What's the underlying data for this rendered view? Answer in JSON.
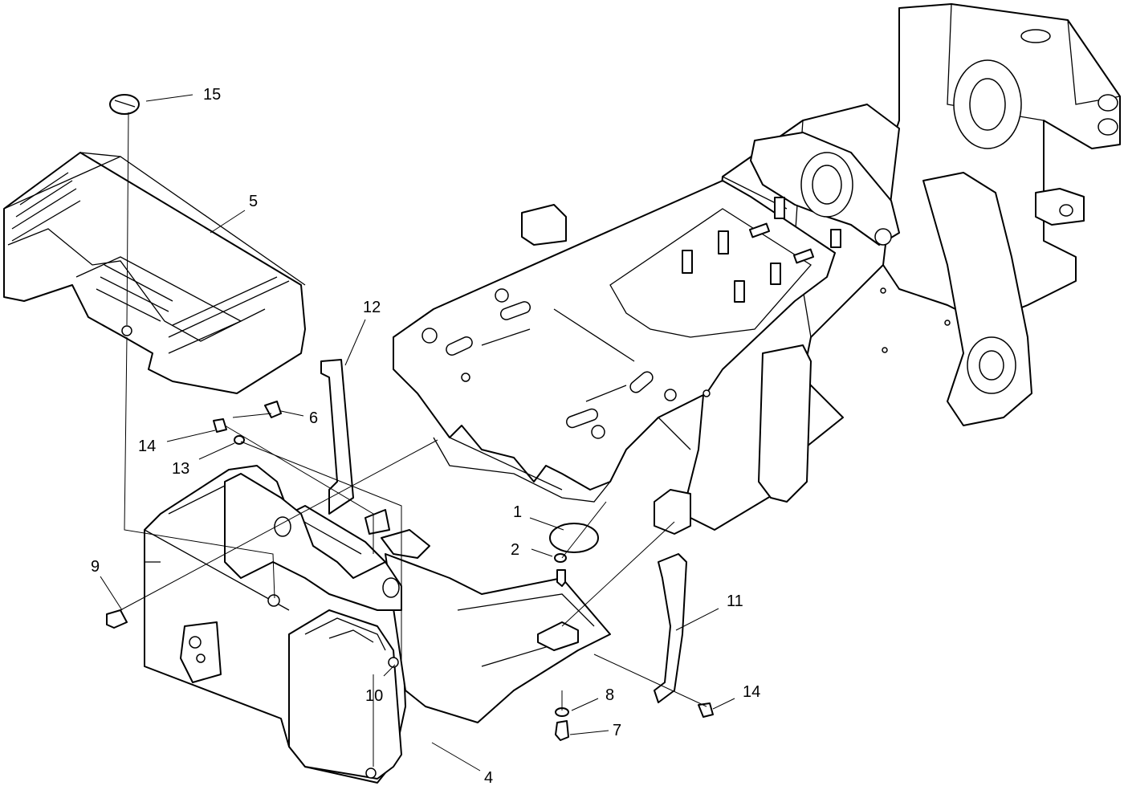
{
  "diagram": {
    "callouts": [
      "1",
      "2",
      "4",
      "5",
      "6",
      "7",
      "8",
      "9",
      "10",
      "11",
      "12",
      "13",
      "14",
      "14",
      "15"
    ]
  }
}
